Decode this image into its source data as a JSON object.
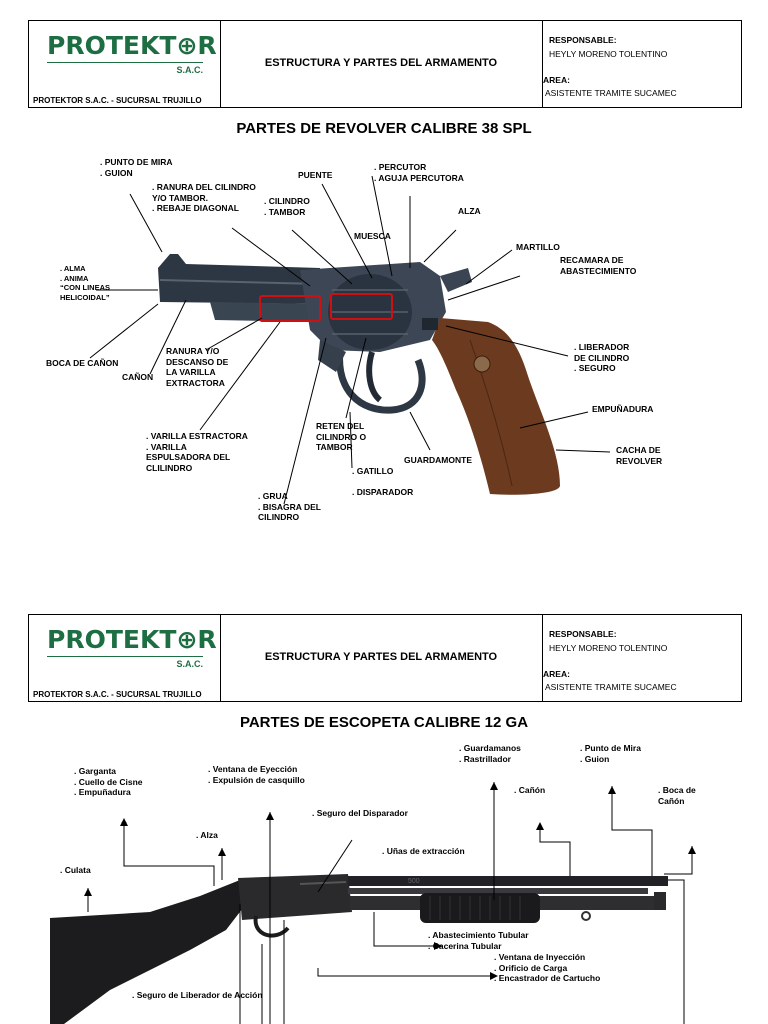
{
  "header": {
    "company_word": "PROTEKT⊕R",
    "company_sac": "S.A.C.",
    "branch": "PROTEKTOR S.A.C. - SUCURSAL TRUJILLO",
    "doc_title": "ESTRUCTURA Y PARTES DEL ARMAMENTO",
    "responsable_label": "RESPONSABLE:",
    "responsable_value": "HEYLY MORENO TOLENTINO",
    "area_label": "AREA:",
    "area_value": "ASISTENTE TRAMITE SUCAMEC",
    "brand_color": "#1e6e43"
  },
  "revolver": {
    "title": "PARTES DE REVOLVER CALIBRE 38 SPL",
    "labels": {
      "punto_mira": [
        ". PUNTO DE MIRA",
        ". GUION"
      ],
      "ranura": [
        ". RANURA DEL CILINDRO",
        "  Y/O TAMBOR.",
        ". REBAJE DIAGONAL"
      ],
      "cilindro": [
        ". CILINDRO",
        ". TAMBOR"
      ],
      "puente": [
        "PUENTE"
      ],
      "percutor": [
        ". PERCUTOR",
        ". AGUJA PERCUTORA"
      ],
      "alza": [
        "ALZA"
      ],
      "muesca": [
        "MUESCA"
      ],
      "martillo": [
        "MARTILLO"
      ],
      "recamara": [
        "RECAMARA DE",
        "ABASTECIMIENTO"
      ],
      "alma": [
        ". ALMA",
        ". ANIMA",
        "“CON LINEAS",
        "HELICOIDAL”"
      ],
      "liberador": [
        ". LIBERADOR",
        "DE CILINDRO",
        ". SEGURO"
      ],
      "boca": [
        "BOCA DE CAÑON"
      ],
      "canon": [
        "CAÑON"
      ],
      "ranura_descanso": [
        "RANURA Y/O",
        "DESCANSO DE",
        "LA VARILLA",
        "EXTRACTORA"
      ],
      "empunadura": [
        "EMPUÑADURA"
      ],
      "varilla": [
        ". VARILLA ESTRACTORA",
        ". VARILLA",
        "ESPULSADORA DEL",
        "CLILINDRO"
      ],
      "reten": [
        "RETEN  DEL",
        "CILINDRO  O",
        "TAMBOR"
      ],
      "guardamonte": [
        "GUARDAMONTE"
      ],
      "cacha": [
        "CACHA DE",
        "REVOLVER"
      ],
      "gatillo": [
        ". GATILLO"
      ],
      "disparador": [
        ". DISPARADOR"
      ],
      "grua": [
        ". GRUA",
        ". BISAGRA DEL",
        "CILINDRO"
      ]
    }
  },
  "escopeta": {
    "title": "PARTES DE ESCOPETA CALIBRE 12 GA",
    "labels": {
      "guardamanos": [
        ".   Guardamanos",
        ".   Rastrillador"
      ],
      "punto_mira": [
        ".   Punto de Mira",
        ".   Guion"
      ],
      "garganta": [
        ".   Garganta",
        ".   Cuello de Cisne",
        ".   Empuñadura"
      ],
      "ventana": [
        ".   Ventana de Eyección",
        ".   Expulsión de casquillo"
      ],
      "canon": [
        ".   Cañón"
      ],
      "boca": [
        ".   Boca de",
        "     Cañón"
      ],
      "seguro_disparador": [
        ".   Seguro del Disparador"
      ],
      "alza": [
        ".   Alza"
      ],
      "unas": [
        ".   Uñas de extracción"
      ],
      "culata": [
        ".   Culata"
      ],
      "abastecimiento": [
        ".   Abastecimiento Tubular",
        ".   Cacerina Tubular"
      ],
      "ventana_inyeccion": [
        ".   Ventana de Inyección",
        ".   Orificio de Carga",
        ".   Encastrador de Cartucho"
      ],
      "seguro_liberador": [
        ".   Seguro de Liberador de Acción"
      ],
      "model_mark": "500"
    }
  },
  "colors": {
    "highlight_box": "#d01010",
    "wood": "#6b3a1f",
    "steel": "#2a3440"
  }
}
